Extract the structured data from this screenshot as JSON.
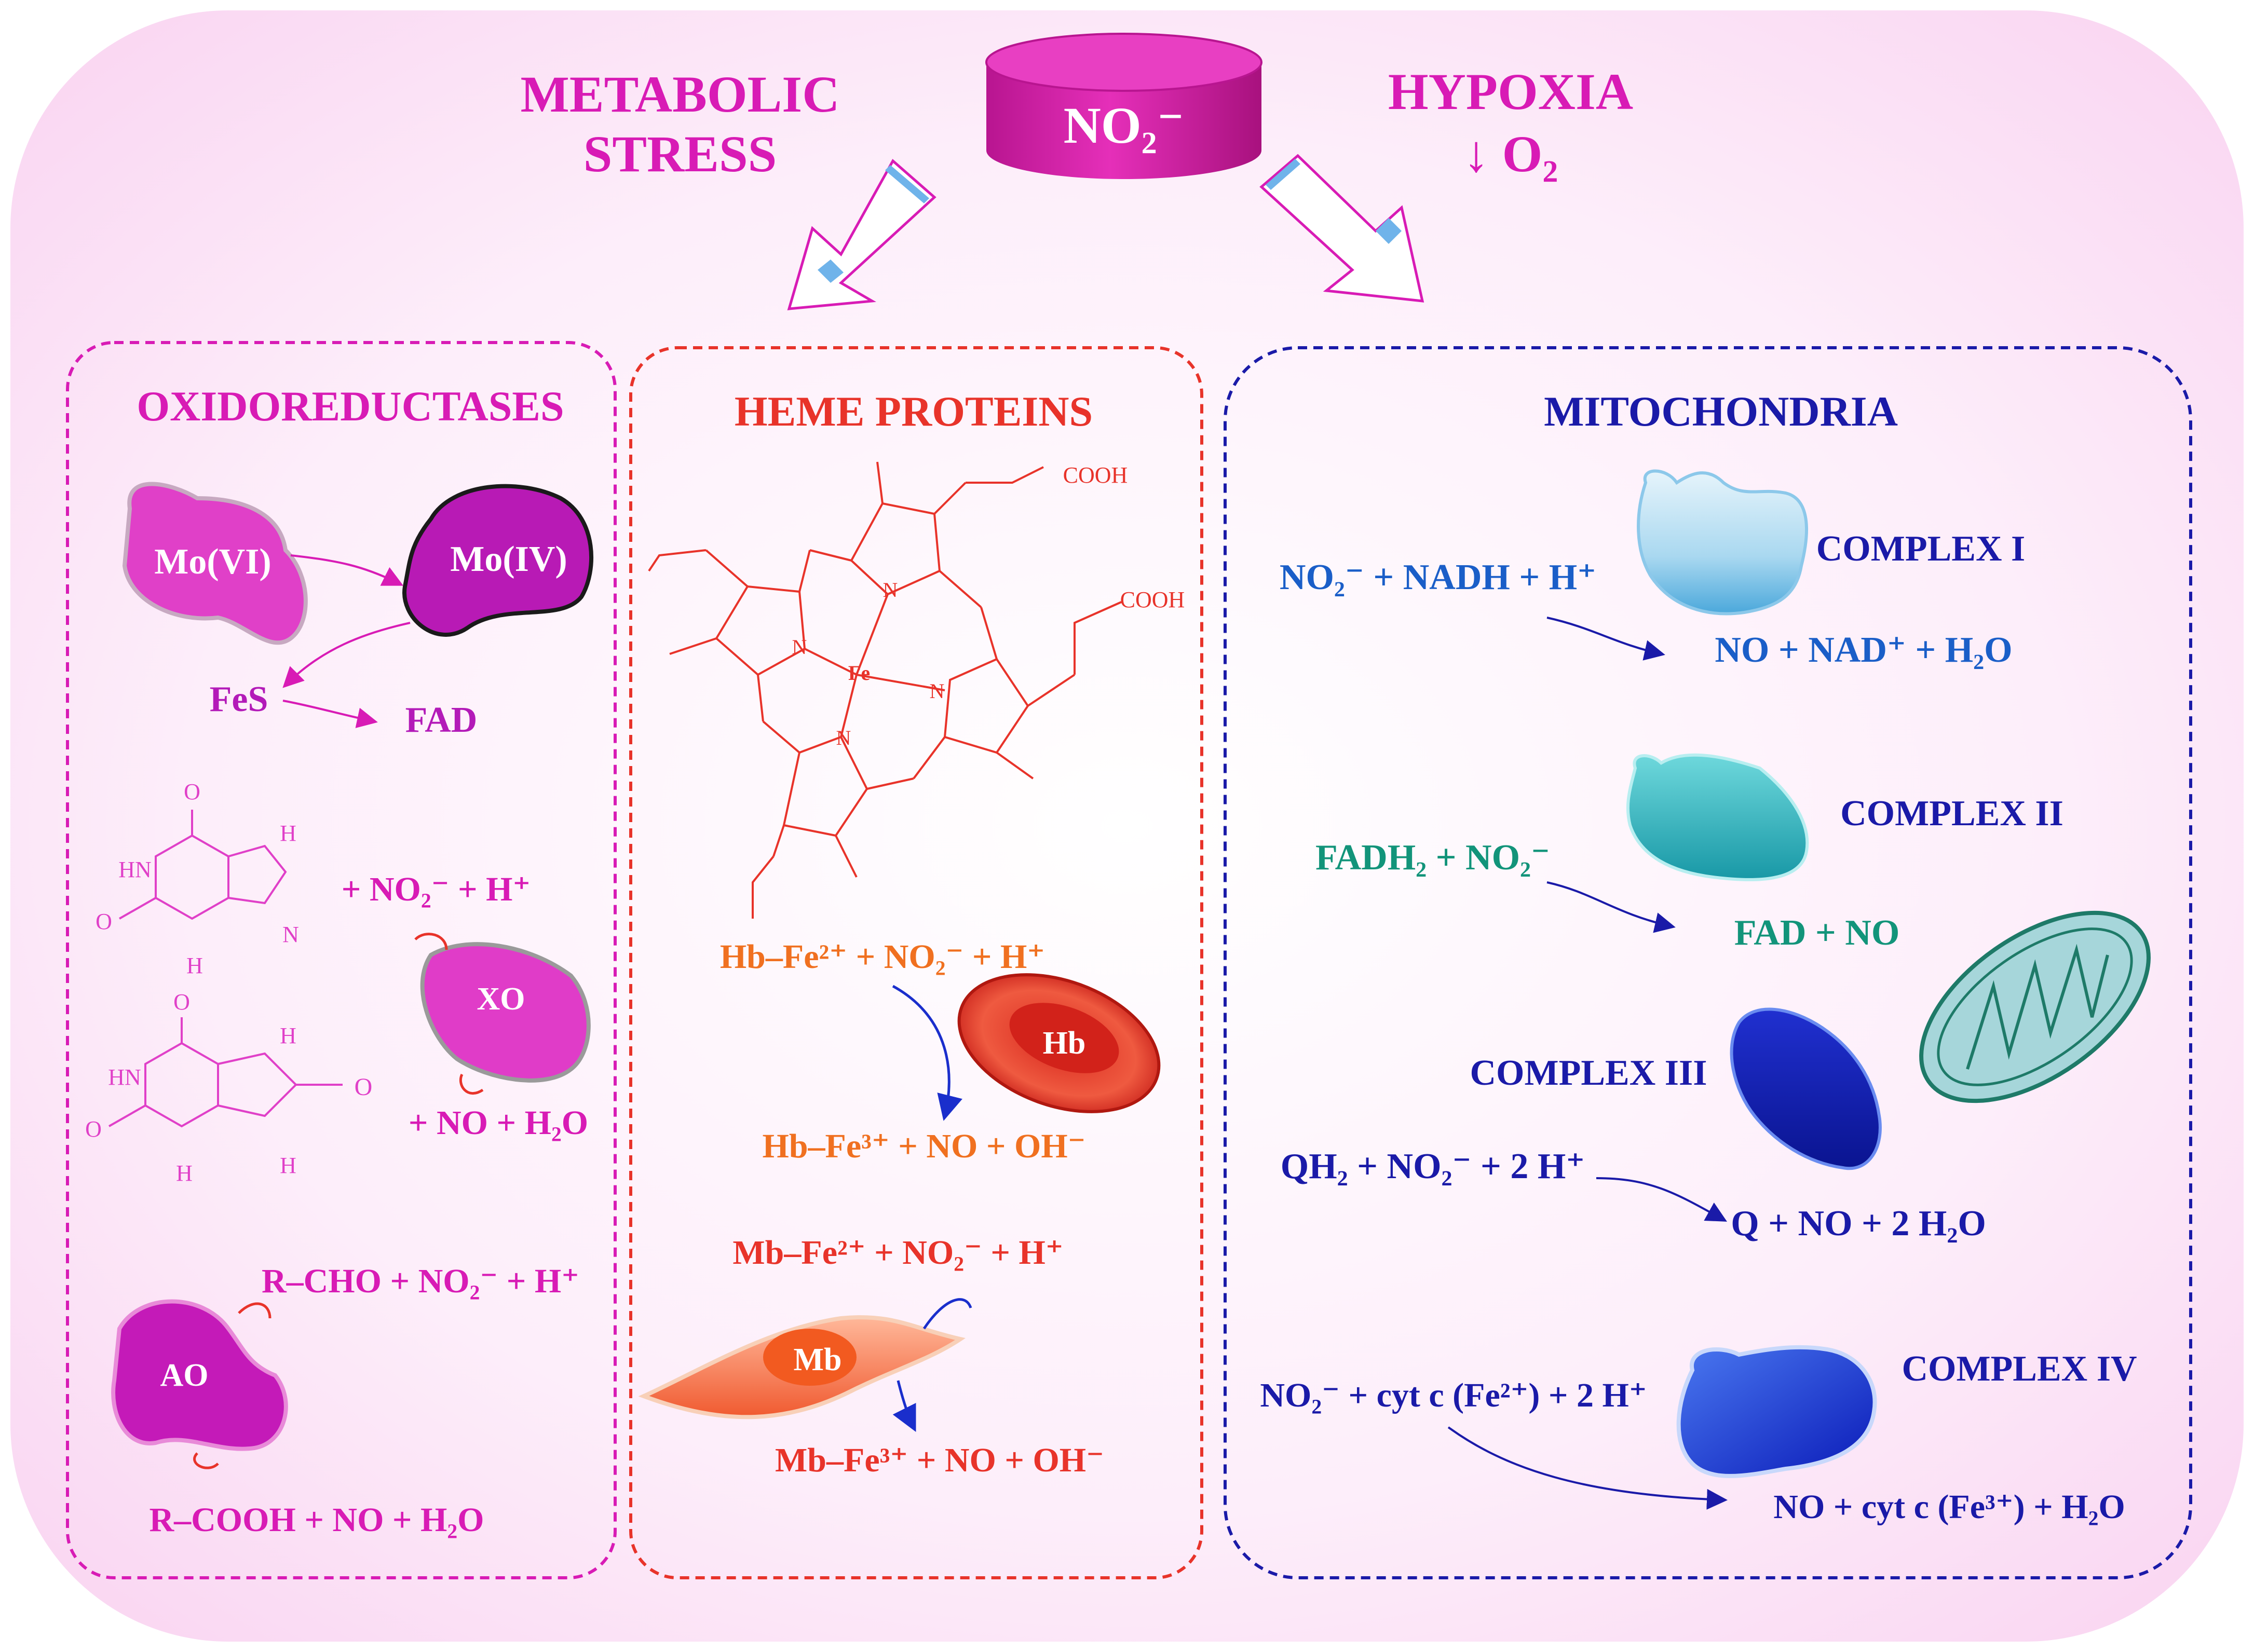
{
  "header": {
    "left_line1": "METABOLIC",
    "left_line2": "STRESS",
    "center": "NO₂⁻",
    "right_line1": "HYPOXIA",
    "right_line2": "↓ O₂"
  },
  "oxidoreductases": {
    "title": "OXIDOREDUCTASES",
    "mo6": "Mo(VI)",
    "mo4": "Mo(IV)",
    "fes": "FeS",
    "fad": "FAD",
    "xo": "XO",
    "ao": "AO",
    "xanthine_atoms": {
      "o": "O",
      "hn": "HN",
      "h": "H",
      "n": "N"
    },
    "xo_reactants": "+ NO₂⁻ + H⁺",
    "xo_products_o": "O",
    "xo_products": "+ NO + H₂O",
    "ao_reactants": "R–CHO + NO₂⁻ + H⁺",
    "ao_products": "R–COOH + NO + H₂O"
  },
  "heme": {
    "title": "HEME PROTEINS",
    "cooh1": "COOH",
    "cooh2": "COOH",
    "fe": "Fe",
    "n": "N",
    "hb_reactants": "Hb–Fe²⁺ + NO₂⁻ + H⁺",
    "hb_label": "Hb",
    "hb_products": "Hb–Fe³⁺ + NO + OH⁻",
    "mb_reactants": "Mb–Fe²⁺ + NO₂⁻ + H⁺",
    "mb_label": "Mb",
    "mb_products": "Mb–Fe³⁺ + NO + OH⁻"
  },
  "mito": {
    "title": "MITOCHONDRIA",
    "c1_label": "COMPLEX I",
    "c1_reactants": "NO₂⁻ + NADH + H⁺",
    "c1_products": "NO + NAD⁺ + H₂O",
    "c2_label": "COMPLEX II",
    "c2_reactants": "FADH₂ + NO₂⁻",
    "c2_products": "FAD + NO",
    "c3_label": "COMPLEX III",
    "c3_reactants": "QH₂ + NO₂⁻ + 2 H⁺",
    "c3_products": "Q + NO + 2 H₂O",
    "c4_label": "COMPLEX IV",
    "c4_reactants": "NO₂⁻ + cyt c (Fe²⁺) + 2 H⁺",
    "c4_products": "NO + cyt c (Fe³⁺) + H₂O"
  },
  "colors": {
    "magenta": "#d81bb5",
    "purple": "#b31ab8",
    "red": "#e8332a",
    "orange": "#f07020",
    "blue": "#1a2ecc",
    "navy": "#1a1aa8",
    "teal": "#12947a",
    "background": "#fde4f7"
  }
}
